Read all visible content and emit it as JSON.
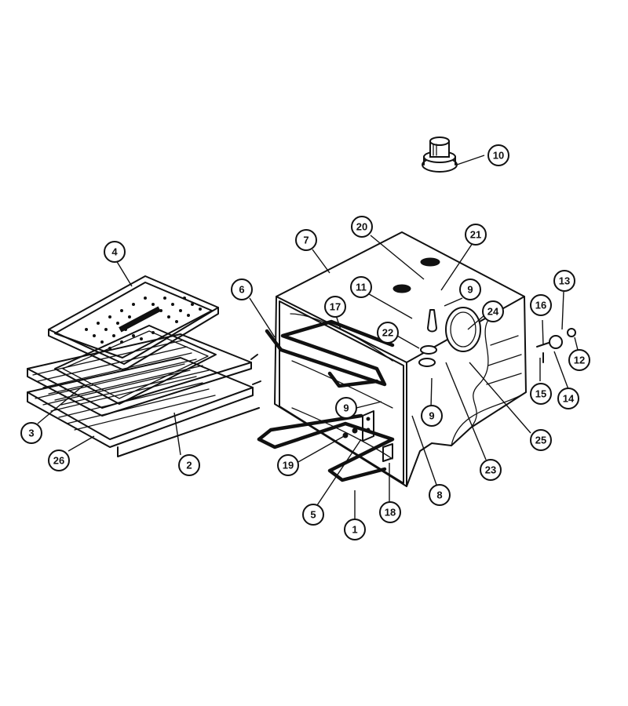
{
  "callouts": {
    "c1": "1",
    "c2": "2",
    "c3": "3",
    "c4": "4",
    "c5": "5",
    "c6": "6",
    "c7": "7",
    "c8": "8",
    "c9a": "9",
    "c9b": "9",
    "c9c": "9",
    "c10": "10",
    "c11": "11",
    "c12": "12",
    "c13": "13",
    "c14": "14",
    "c15": "15",
    "c16": "16",
    "c17": "17",
    "c18": "18",
    "c19": "19",
    "c20": "20",
    "c21": "21",
    "c22": "22",
    "c23": "23",
    "c24": "24",
    "c25": "25",
    "c26": "26"
  }
}
